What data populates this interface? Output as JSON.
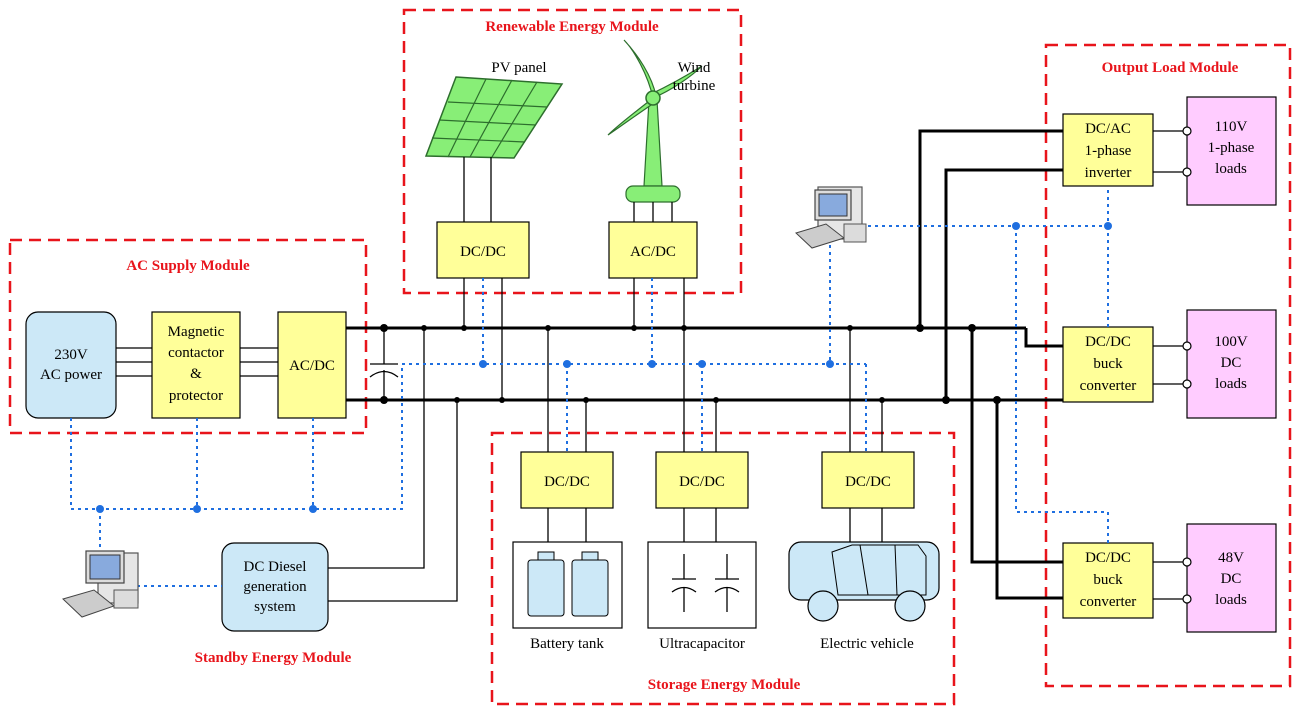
{
  "modules": {
    "renewable": "Renewable Energy Module",
    "ac_supply": "AC Supply Module",
    "output_load": "Output Load  Module",
    "storage": "Storage Energy Module",
    "standby": "Standby Energy Module"
  },
  "sources": {
    "pv_panel": "PV panel",
    "wind_line1": "Wind",
    "wind_line2": "turbine"
  },
  "ac_supply": {
    "power_line1": "230V",
    "power_line2": "AC power",
    "contactor_line1": "Magnetic",
    "contactor_line2": "contactor",
    "contactor_line3": "&",
    "contactor_line4": "protector",
    "acdc": "AC/DC"
  },
  "renewable": {
    "pv_converter": "DC/DC",
    "wind_converter": "AC/DC"
  },
  "storage": {
    "battery_converter": "DC/DC",
    "ultracap_converter": "DC/DC",
    "ev_converter": "DC/DC",
    "battery_label": "Battery tank",
    "ultracap_label": "Ultracapacitor",
    "ev_label": "Electric vehicle"
  },
  "standby": {
    "diesel_line1": "DC Diesel",
    "diesel_line2": "generation",
    "diesel_line3": "system"
  },
  "output": {
    "inverter_line1": "DC/AC",
    "inverter_line2": "1-phase",
    "inverter_line3": "inverter",
    "buck1_line1": "DC/DC",
    "buck1_line2": "buck",
    "buck1_line3": "converter",
    "buck2_line1": "DC/DC",
    "buck2_line2": "buck",
    "buck2_line3": "converter",
    "load1_line1": "110V",
    "load1_line2": "1-phase",
    "load1_line3": "loads",
    "load2_line1": "100V",
    "load2_line2": "DC",
    "load2_line3": "loads",
    "load3_line1": "48V",
    "load3_line2": "DC",
    "load3_line3": "loads"
  },
  "colors": {
    "frame": "#e8141b",
    "converter": "#ffff99",
    "source": "#cce8f7",
    "load": "#ffccff",
    "comm_line": "#1f6fe0",
    "pv": "#88ee77"
  }
}
